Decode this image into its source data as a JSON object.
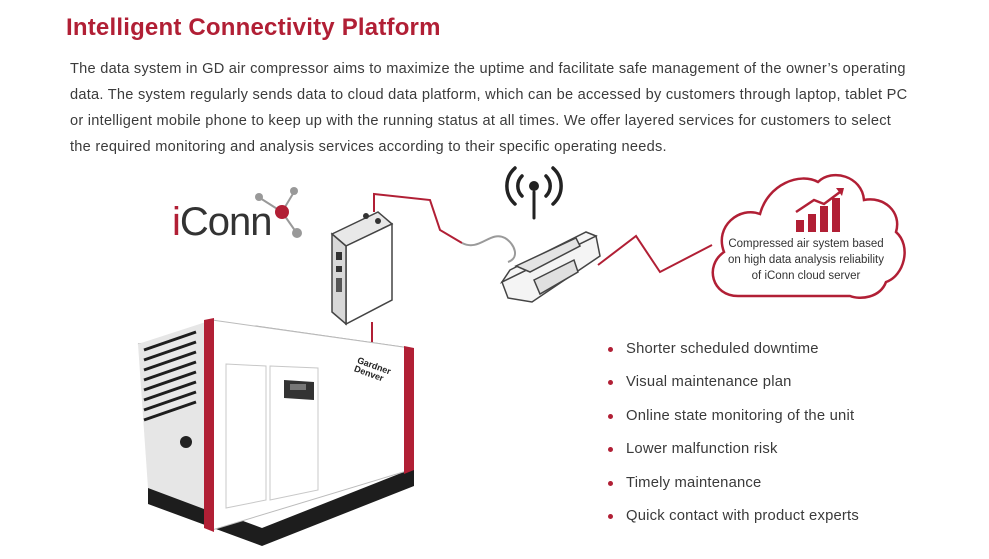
{
  "header": {
    "title": "Intelligent Connectivity Platform"
  },
  "intro": {
    "lines": [
      "The data system in GD air compressor aims to maximize the uptime and facilitate safe management of the owner’s operating",
      "data. The system regularly sends data to cloud data platform, which can be accessed by customers through laptop, tablet PC",
      "or intelligent mobile phone to keep up with the running status at all times. We offer layered services for customers to select",
      "the required monitoring and analysis services according to their specific operating needs."
    ]
  },
  "logo": {
    "prefix": "i",
    "suffix": "Conn"
  },
  "cloud": {
    "lines": [
      "Compressed air system based",
      "on high data analysis reliability",
      "of iConn cloud server"
    ]
  },
  "compressor": {
    "brand_line1": "Gardner",
    "brand_line2": "Denver"
  },
  "features": [
    "Shorter scheduled downtime",
    "Visual maintenance plan",
    "Online state monitoring of the unit",
    "Lower malfunction risk",
    "Timely maintenance",
    "Quick contact with product experts"
  ],
  "colors": {
    "accent": "#b11f35",
    "text": "#3a3a3a"
  },
  "icons": {
    "signal": "wifi-signal-icon",
    "growth": "growth-chart-icon",
    "network": "network-nodes-icon",
    "bullet": "bullet-dot-icon"
  }
}
